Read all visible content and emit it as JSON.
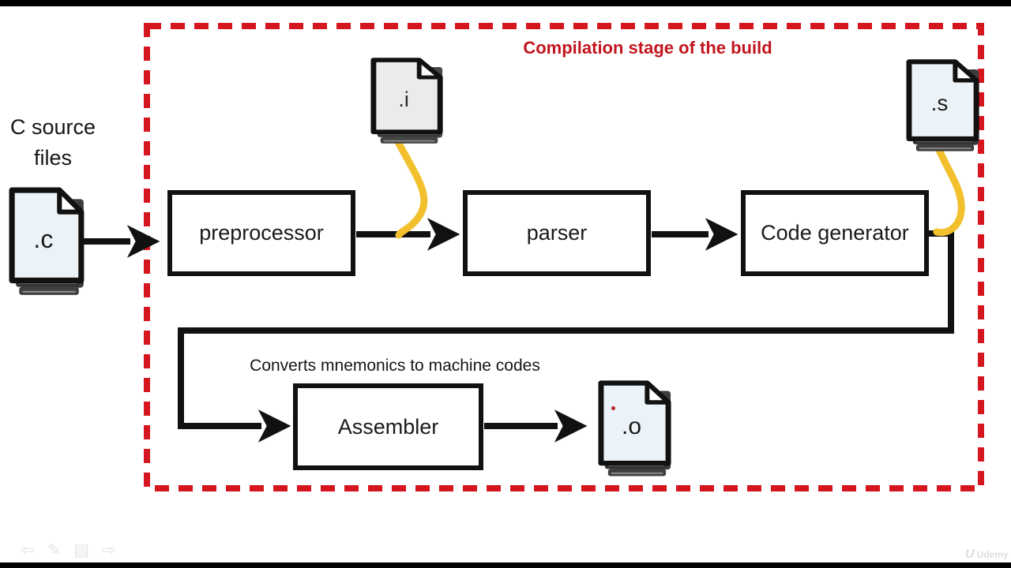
{
  "diagram": {
    "title": "Compilation stage of the build",
    "source_label": "C source files",
    "assembler_note": "Converts mnemonics to machine codes",
    "boxes": [
      {
        "id": "preprocessor",
        "label": "preprocessor"
      },
      {
        "id": "parser",
        "label": "parser"
      },
      {
        "id": "code-generator",
        "label": "Code generator"
      },
      {
        "id": "assembler",
        "label": "Assembler"
      }
    ],
    "files": [
      {
        "id": "c-file",
        "label": ".c"
      },
      {
        "id": "i-file",
        "label": ".i"
      },
      {
        "id": "s-file",
        "label": ".s"
      },
      {
        "id": "o-file",
        "label": ".o"
      }
    ],
    "colors": {
      "dashed_border_red": "#d5161e",
      "title_red": "#c2141d",
      "connector_yellow": "#f2c02c",
      "line_black": "#111111",
      "file_fill_blue": "#ecf3f8",
      "file_fill_gray": "#ebebeb"
    }
  },
  "toolbar": {
    "icons": [
      {
        "name": "previous-arrow",
        "glyph": "⇦"
      },
      {
        "name": "pen",
        "glyph": "✎"
      },
      {
        "name": "slide-menu",
        "glyph": "▤"
      },
      {
        "name": "next-arrow",
        "glyph": "⇨"
      }
    ]
  },
  "watermark": {
    "mark": "U",
    "text": "Udemy"
  }
}
